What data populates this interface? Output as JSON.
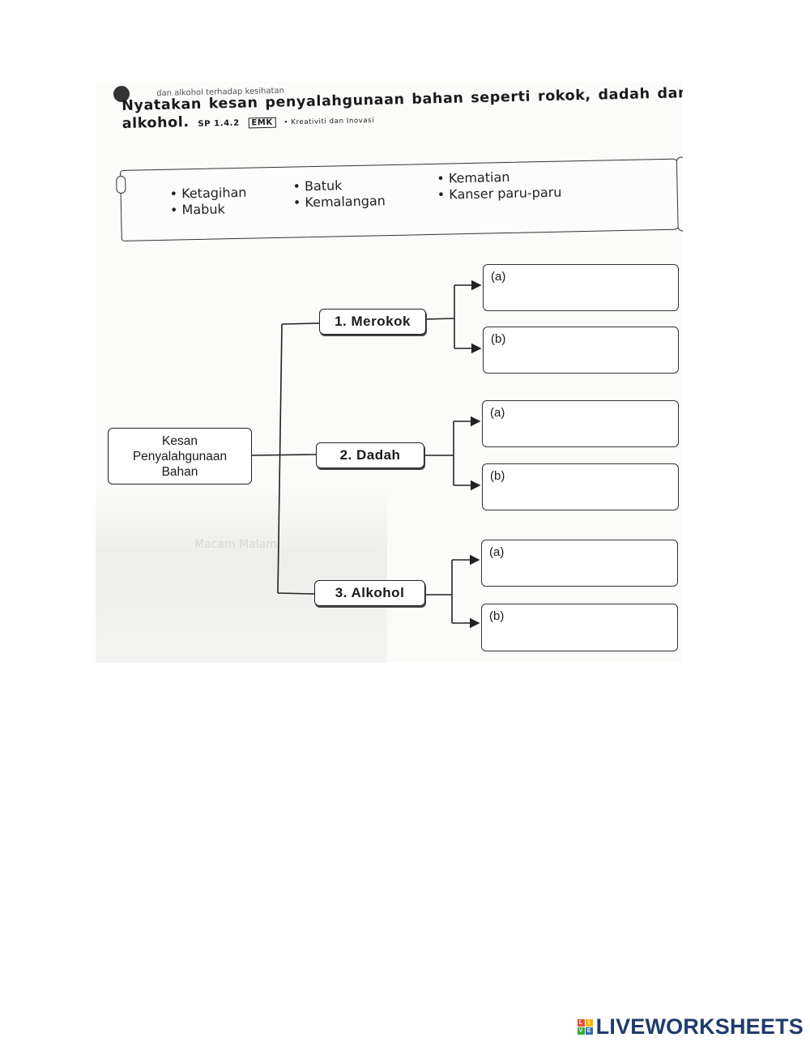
{
  "header": {
    "cut_text": "dan alkohol terhadap kesihatan",
    "question_line1": "Nyatakan kesan penyalahgunaan bahan seperti rokok, dadah dan",
    "question_line2": "alkohol.",
    "sp_code": "SP 1.4.2",
    "emk_label": "EMK",
    "emk_note": "• Kreativiti dan Inovasi"
  },
  "word_bank": {
    "col1": [
      "Ketagihan",
      "Mabuk"
    ],
    "col2": [
      "Batuk",
      "Kemalangan"
    ],
    "col3": [
      "Kematian",
      "Kanser paru-paru"
    ]
  },
  "diagram": {
    "root": [
      "Kesan",
      "Penyalahgunaan",
      "Bahan"
    ],
    "categories": [
      {
        "label": "1. Merokok",
        "answers": [
          "(a)",
          "(b)"
        ]
      },
      {
        "label": "2. Dadah",
        "answers": [
          "(a)",
          "(b)"
        ]
      },
      {
        "label": "3. Alkohol",
        "answers": [
          "(a)",
          "(b)"
        ]
      }
    ]
  },
  "ghost_text": "Macam Malam",
  "brand": {
    "name": "LIVEWORKSHEETS",
    "logo_letters": [
      "L",
      "I",
      "V",
      "E"
    ],
    "logo_colors": [
      "#e94e3c",
      "#f5b400",
      "#3aaa35",
      "#2a6ebb"
    ]
  }
}
